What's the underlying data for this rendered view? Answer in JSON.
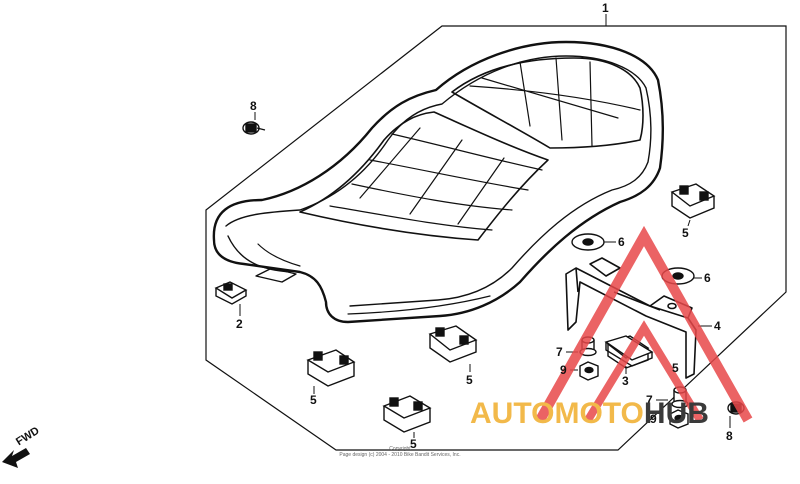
{
  "callouts": {
    "c1": "1",
    "c2": "2",
    "c3": "3",
    "c4": "4",
    "c5a": "5",
    "c5b": "5",
    "c5c": "5",
    "c5d": "5",
    "c5e": "5",
    "c6a": "6",
    "c6b": "6",
    "c7a": "7",
    "c7b": "7",
    "c8a": "8",
    "c8b": "8",
    "c9a": "9",
    "c9b": "9"
  },
  "fwd_label": "FWD",
  "copyright": {
    "line1": "Copyright",
    "line2": "Page design (c) 2004 - 2010 Bike Bandit Services, Inc."
  },
  "watermark": {
    "part1": "AUTOMOTO",
    "part2": "HUB",
    "color_primary": "#f2b94a",
    "color_secondary": "#3a3a3a",
    "logo_color": "#e8484a"
  },
  "colors": {
    "line": "#111111",
    "background": "#ffffff"
  }
}
